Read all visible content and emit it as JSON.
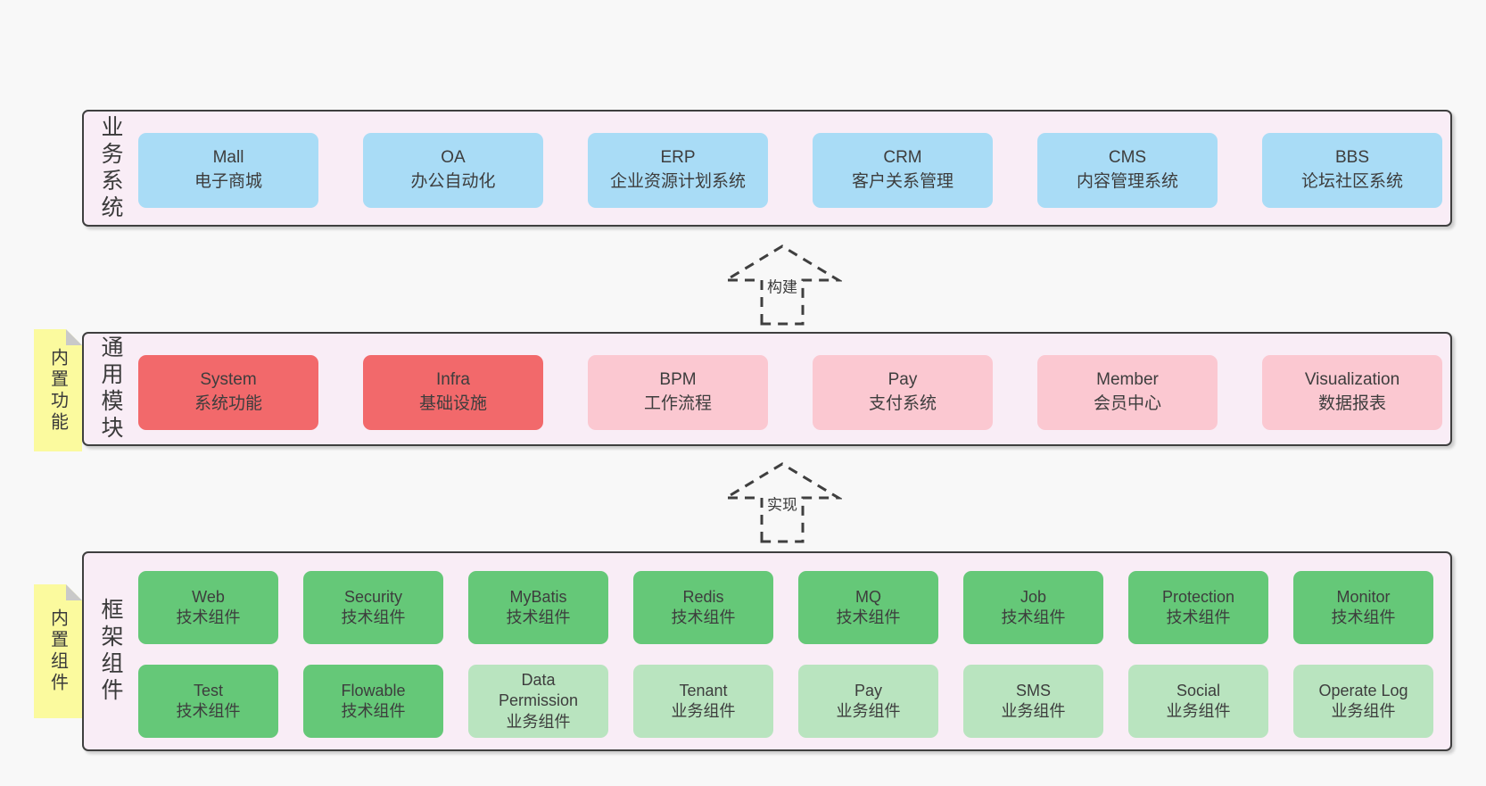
{
  "colors": {
    "page-bg": "#f8f8f8",
    "band-bg": "#f9edf6",
    "border": "#3f3f3f",
    "text": "#3d3d3d",
    "blue": "#a9dcf6",
    "red": "#f2696b",
    "pink": "#fbc8d1",
    "green": "#65c878",
    "green-light": "#b9e4bf",
    "sticky": "#fbfa9e",
    "fold": "#c9c9c9"
  },
  "arrows": [
    {
      "label": "构建"
    },
    {
      "label": "实现"
    }
  ],
  "bands": [
    {
      "label": "业务系统",
      "items": [
        {
          "name": "Mall",
          "desc": "电子商城",
          "variant": "blue"
        },
        {
          "name": "OA",
          "desc": "办公自动化",
          "variant": "blue"
        },
        {
          "name": "ERP",
          "desc": "企业资源计划系统",
          "variant": "blue"
        },
        {
          "name": "CRM",
          "desc": "客户关系管理",
          "variant": "blue"
        },
        {
          "name": "CMS",
          "desc": "内容管理系统",
          "variant": "blue"
        },
        {
          "name": "BBS",
          "desc": "论坛社区系统",
          "variant": "blue"
        }
      ]
    },
    {
      "label": "通用模块",
      "sticky": "内置功能",
      "items": [
        {
          "name": "System",
          "desc": "系统功能",
          "variant": "red"
        },
        {
          "name": "Infra",
          "desc": "基础设施",
          "variant": "red"
        },
        {
          "name": "BPM",
          "desc": "工作流程",
          "variant": "pink"
        },
        {
          "name": "Pay",
          "desc": "支付系统",
          "variant": "pink"
        },
        {
          "name": "Member",
          "desc": "会员中心",
          "variant": "pink"
        },
        {
          "name": "Visualization",
          "desc": "数据报表",
          "variant": "pink"
        }
      ]
    },
    {
      "label": "框架组件",
      "sticky": "内置组件",
      "rows": [
        [
          {
            "name": "Web",
            "desc": "技术组件",
            "variant": "green"
          },
          {
            "name": "Security",
            "desc": "技术组件",
            "variant": "green"
          },
          {
            "name": "MyBatis",
            "desc": "技术组件",
            "variant": "green"
          },
          {
            "name": "Redis",
            "desc": "技术组件",
            "variant": "green"
          },
          {
            "name": "MQ",
            "desc": "技术组件",
            "variant": "green"
          },
          {
            "name": "Job",
            "desc": "技术组件",
            "variant": "green"
          },
          {
            "name": "Protection",
            "desc": "技术组件",
            "variant": "green"
          },
          {
            "name": "Monitor",
            "desc": "技术组件",
            "variant": "green"
          }
        ],
        [
          {
            "name": "Test",
            "desc": "技术组件",
            "variant": "green"
          },
          {
            "name": "Flowable",
            "desc": "技术组件",
            "variant": "green"
          },
          {
            "name": "Data Permission",
            "desc": "业务组件",
            "variant": "green-light"
          },
          {
            "name": "Tenant",
            "desc": "业务组件",
            "variant": "green-light"
          },
          {
            "name": "Pay",
            "desc": "业务组件",
            "variant": "green-light"
          },
          {
            "name": "SMS",
            "desc": "业务组件",
            "variant": "green-light"
          },
          {
            "name": "Social",
            "desc": "业务组件",
            "variant": "green-light"
          },
          {
            "name": "Operate Log",
            "desc": "业务组件",
            "variant": "green-light"
          }
        ]
      ]
    }
  ]
}
